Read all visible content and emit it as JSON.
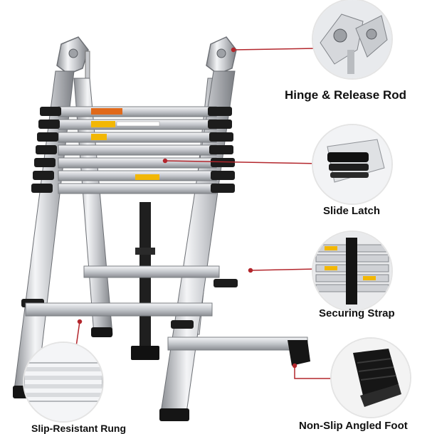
{
  "callouts": {
    "hinge": {
      "label": "Hinge & Release Rod"
    },
    "latch": {
      "label": "Slide Latch"
    },
    "strap": {
      "label": "Securing Strap"
    },
    "foot": {
      "label": "Non-Slip Angled Foot"
    },
    "rung": {
      "label": "Slip-Resistant Rung"
    }
  },
  "colors": {
    "leader_line": "#b3262c",
    "aluminum_light": "#e9eaec",
    "aluminum_dark": "#8c8f94",
    "collar": "#1c1c1c",
    "warning_yellow": "#f2b705",
    "danger_orange": "#e0691a"
  }
}
